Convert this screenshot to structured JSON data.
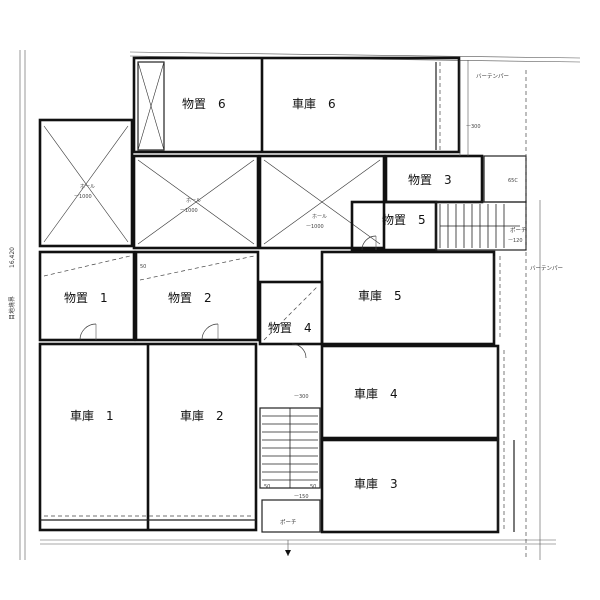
{
  "rooms": {
    "storage6": "物置　6",
    "garage6": "車庫　6",
    "storage3": "物置　3",
    "storage5": "物置　5",
    "storage1": "物置　1",
    "storage2": "物置　2",
    "garage5": "車庫　5",
    "storage4": "物置　4",
    "garage1": "車庫　1",
    "garage2": "車庫　2",
    "garage4": "車庫　4",
    "garage3": "車庫　3"
  },
  "annotations": {
    "balcony_top": "バーテンパー",
    "balcony_mid": "バーテンパー",
    "porch_right": "ポーチ",
    "porch_bottom": "ポーチ",
    "dim_left": "16,420",
    "left_margin": "目地境界",
    "note_bottom": "ー150",
    "note_center": "ー300",
    "note_stair_top": "ー120",
    "note_upper_right": "ー300",
    "n65c": "65C",
    "n50a": "50",
    "n50b": "50",
    "n50c": "50",
    "hall_a": "ホール",
    "hall_b": "ホール",
    "hall_c": "ホール",
    "ko1": "ー1000",
    "ko2": "ー1000",
    "ko3": "ー1000"
  }
}
